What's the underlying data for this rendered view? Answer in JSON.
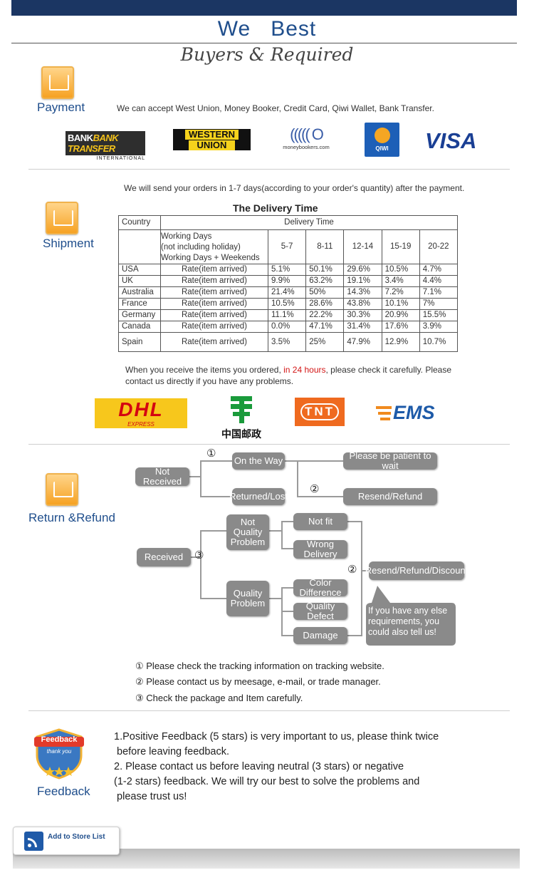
{
  "header": {
    "title_left": "We",
    "title_right": "Best",
    "subtitle": "Buyers & Required"
  },
  "payment": {
    "label": "Payment",
    "text": "We can accept West Union, Money Booker, Credit Card, Qiwi Wallet, Bank Transfer.",
    "logos": {
      "bank_transfer": "BANK TRANSFER",
      "bank_transfer_sub": "INTERNATIONAL",
      "western_union_1": "WESTERN",
      "western_union_2": "UNION",
      "moneybookers": "moneybookers.com",
      "qiwi": "QIWI",
      "visa": "VISA"
    }
  },
  "shipment": {
    "label": "Shipment",
    "intro": "We will send your orders in 1-7 days(according to your order's quantity) after the payment.",
    "table_title": "The Delivery Time",
    "col_country": "Country",
    "col_delivery": "Delivery Time",
    "working_days": [
      "Working Days",
      "(not including holiday)",
      "Working Days + Weekends"
    ],
    "ranges": [
      "5-7",
      "8-11",
      "12-14",
      "15-19",
      "20-22"
    ],
    "rows": [
      {
        "country": "USA",
        "label": "Rate(item arrived)",
        "values": [
          "5.1%",
          "50.1%",
          "29.6%",
          "10.5%",
          "4.7%"
        ]
      },
      {
        "country": "UK",
        "label": "Rate(item arrived)",
        "values": [
          "9.9%",
          "63.2%",
          "19.1%",
          "3.4%",
          "4.4%"
        ]
      },
      {
        "country": "Australia",
        "label": "Rate(item arrived)",
        "values": [
          "21.4%",
          "50%",
          "14.3%",
          "7.2%",
          "7.1%"
        ]
      },
      {
        "country": "France",
        "label": "Rate(item arrived)",
        "values": [
          "10.5%",
          "28.6%",
          "43.8%",
          "10.1%",
          "7%"
        ]
      },
      {
        "country": "Germany",
        "label": "Rate(item arrived)",
        "values": [
          "11.1%",
          "22.2%",
          "30.3%",
          "20.9%",
          "15.5%"
        ]
      },
      {
        "country": "Canada",
        "label": "Rate(item arrived)",
        "values": [
          "0.0%",
          "47.1%",
          "31.4%",
          "17.6%",
          "3.9%"
        ]
      },
      {
        "country": "Spain",
        "label": "Rate(item arrived)",
        "values": [
          "3.5%",
          "25%",
          "47.9%",
          "12.9%",
          "10.7%"
        ]
      }
    ],
    "note_before": "When you receive the items you ordered, ",
    "note_highlight": "in 24 hours",
    "note_after": ", please check it carefully. Please",
    "note_line2": "contact us directly if you have any problems.",
    "carriers": {
      "dhl": "DHL",
      "dhl_sub": "EXPRESS",
      "china_post": "中国邮政",
      "tnt": "TNT",
      "ems": "EMS"
    }
  },
  "refund": {
    "label": "Return &Refund",
    "not_received": "Not Received",
    "on_the_way": "On the Way",
    "returned_lost": "Returned/Lost",
    "please_wait": "Please be patient to wait",
    "resend_refund": "Resend/Refund",
    "received": "Received",
    "not_quality": "Not Quality Problem",
    "quality": "Quality Problem",
    "not_fit": "Not fit",
    "wrong_delivery": "Wrong Delivery",
    "color_difference": "Color Difference",
    "quality_defect": "Quality Defect",
    "damage": "Damage",
    "resend_refund_discount": "Resend/Refund/Discount",
    "bubble": "If you have any else requirements, you could also tell us!",
    "mark1": "①",
    "mark2": "②",
    "mark3": "③",
    "notes": [
      "① Please check the tracking information on tracking website.",
      "② Please contact us by meesage, e-mail, or trade manager.",
      "③ Check the package and Item carefully."
    ]
  },
  "feedback": {
    "label": "Feedback",
    "badge_1": "Feedback",
    "badge_2": "thank you",
    "lines": [
      "1.Positive Feedback (5 stars) is very important to us, please think twice",
      " before leaving feedback.",
      "2. Please contact us before leaving neutral (3 stars) or negative",
      "(1-2 stars) feedback. We will try our best to solve the problems and",
      " please trust us!"
    ]
  },
  "footer": {
    "add_store": "Add to Store List"
  }
}
